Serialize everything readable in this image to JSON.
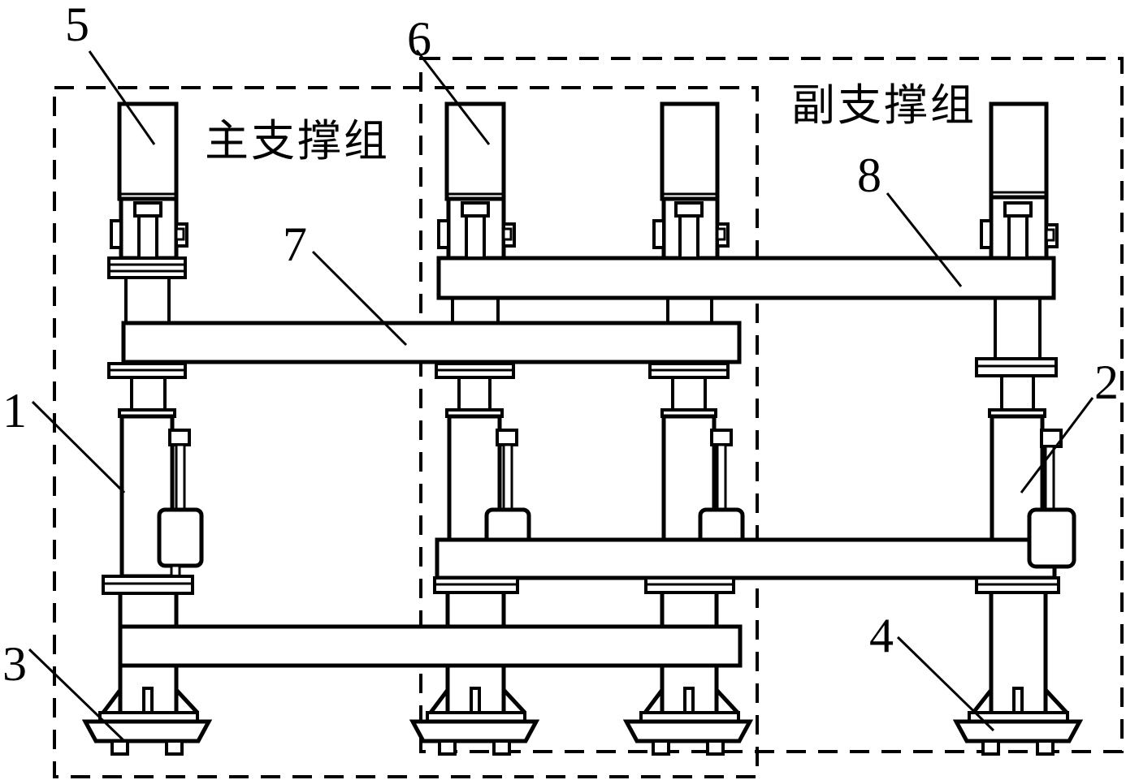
{
  "colors": {
    "line": "#000000",
    "background": "#ffffff"
  },
  "captions": {
    "main_group": "主支撑组",
    "aux_group": "副支撑组"
  },
  "parts": {
    "n1": "1",
    "n2": "2",
    "n3": "3",
    "n4": "4",
    "n5": "5",
    "n6": "6",
    "n7": "7",
    "n8": "8"
  }
}
